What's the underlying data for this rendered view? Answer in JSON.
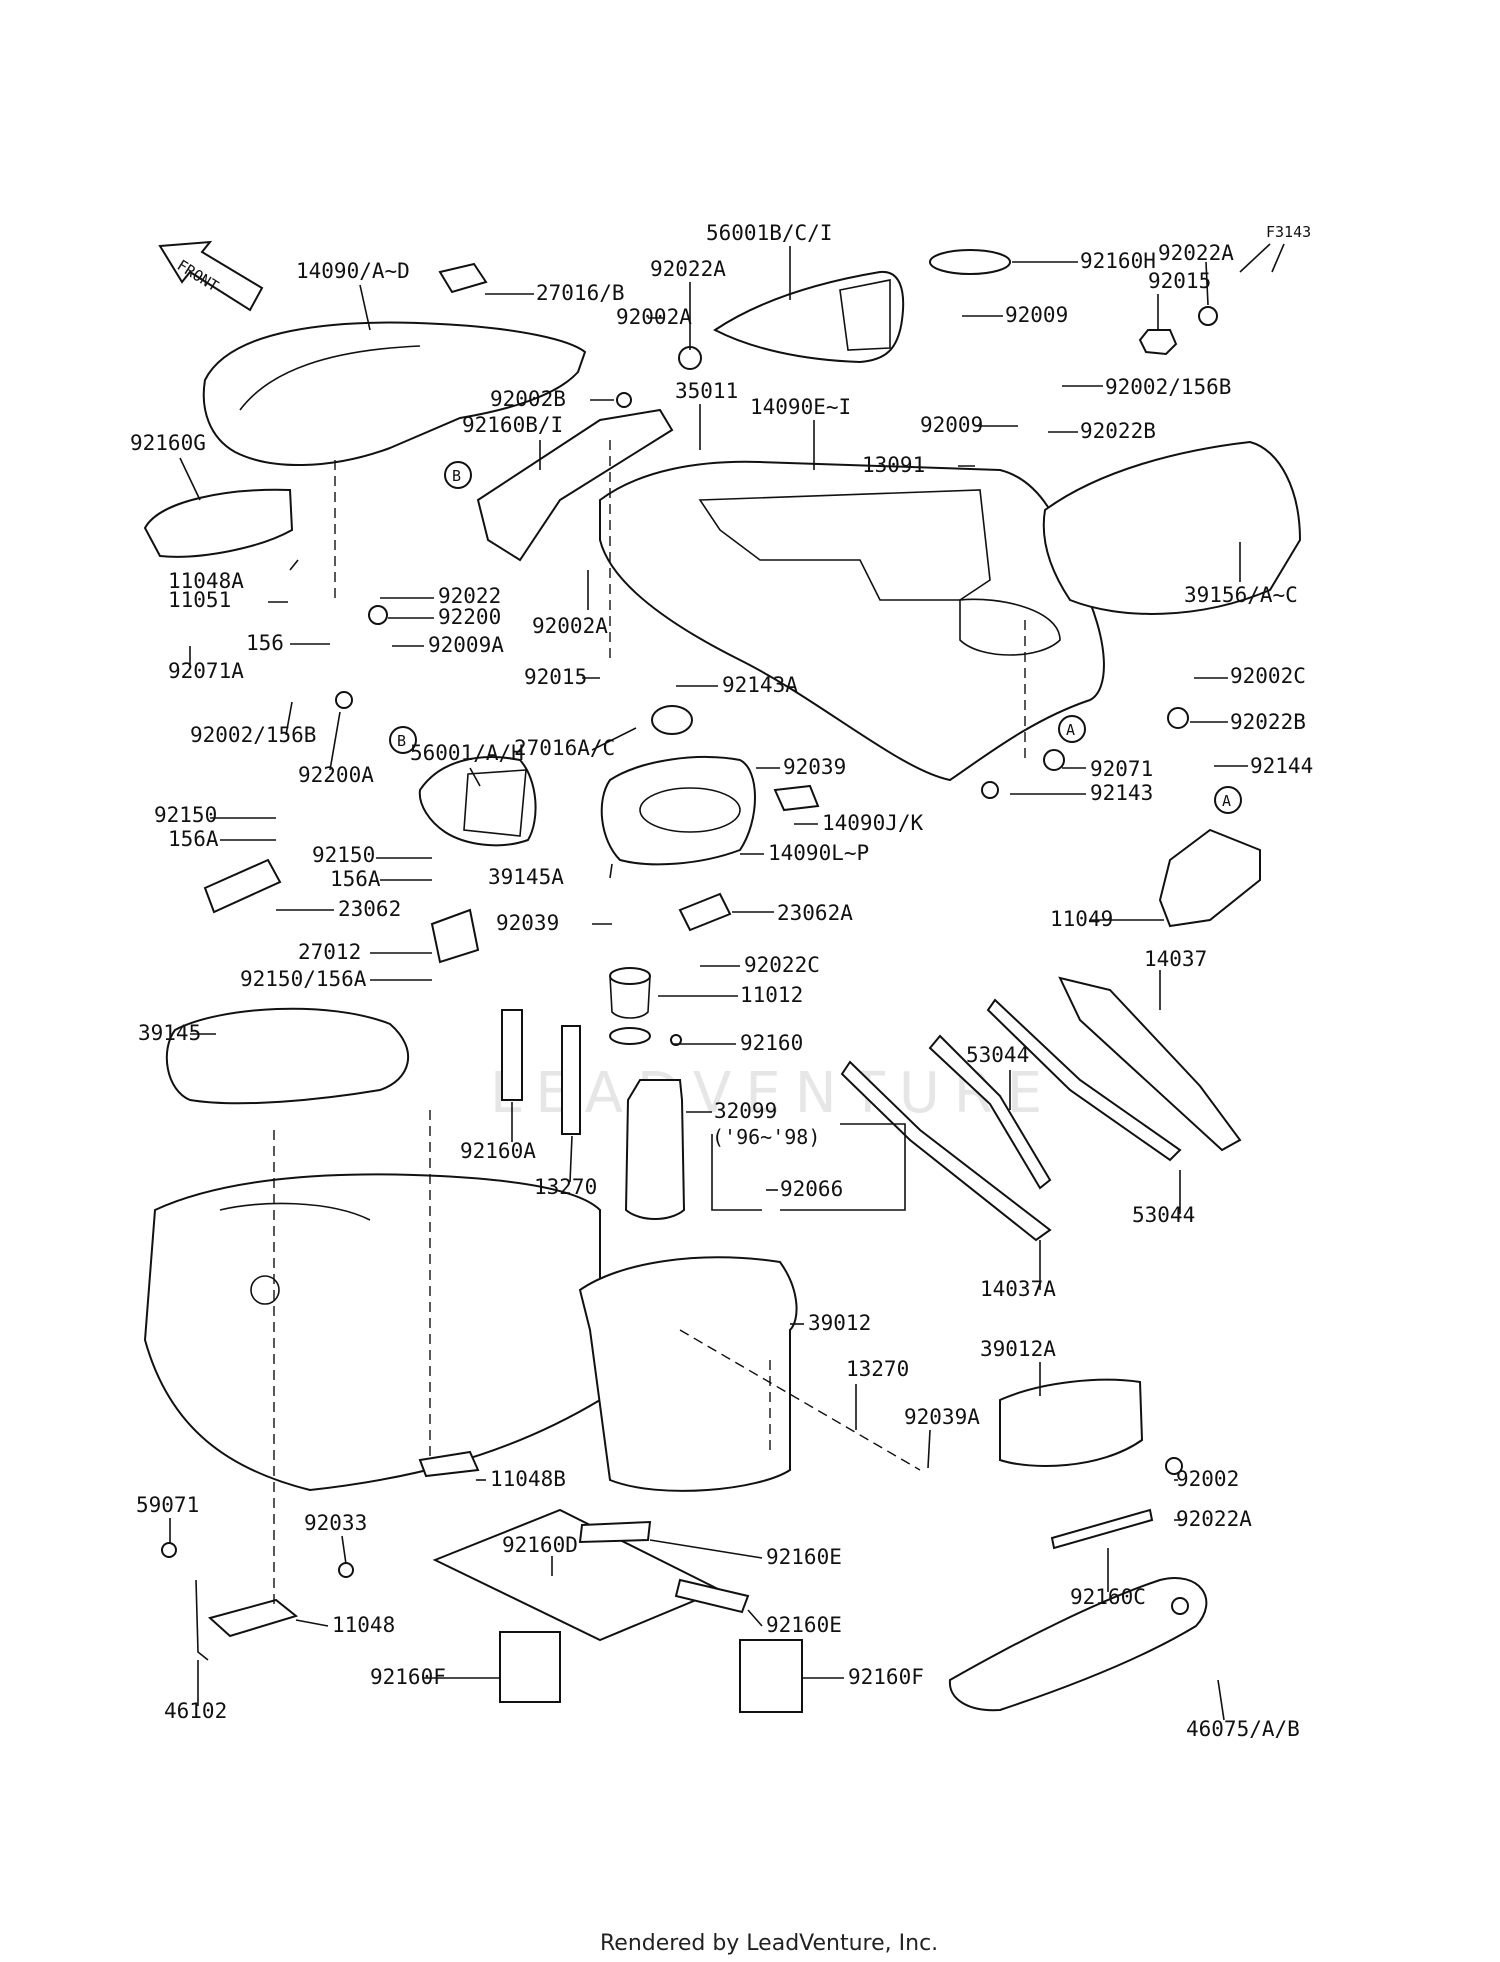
{
  "diagram": {
    "code": "F3143",
    "front_label": "FRONT",
    "period_note": "('96~'98)",
    "watermark": "LEADVENTURE",
    "footer": "Rendered by LeadVenture, Inc.",
    "callouts": {
      "A": "A",
      "B": "B"
    },
    "labels": [
      "14090/A~D",
      "27016/B",
      "56001B/C/I",
      "92022A",
      "92002A",
      "92160H",
      "92022A",
      "92015",
      "92009",
      "92002/156B",
      "92009",
      "92022B",
      "92160G",
      "92002B",
      "35011",
      "92160B/I",
      "14090E~I",
      "13091",
      "11048A",
      "11051",
      "92022",
      "92200",
      "92002A",
      "39156/A~C",
      "156",
      "92009A",
      "92071A",
      "92015",
      "92143A",
      "92002/156B",
      "92200A",
      "56001/A/H",
      "27016A/C",
      "92039",
      "92002C",
      "92022B",
      "92144",
      "92071",
      "92143",
      "14090J/K",
      "92150",
      "156A",
      "92150",
      "156A",
      "39145A",
      "14090L~P",
      "23062",
      "92039",
      "23062A",
      "11049",
      "27012",
      "92150/156A",
      "92022C",
      "14037",
      "11012",
      "39145",
      "92160",
      "53044",
      "32099",
      "92160A",
      "13270",
      "92066",
      "53044",
      "14037A",
      "39012",
      "39012A",
      "13270",
      "92039A",
      "11048B",
      "59071",
      "92033",
      "92160D",
      "92002",
      "92160E",
      "92022A",
      "11048",
      "92160E",
      "92160C",
      "92160F",
      "92160F",
      "46102",
      "46075/A/B"
    ]
  }
}
